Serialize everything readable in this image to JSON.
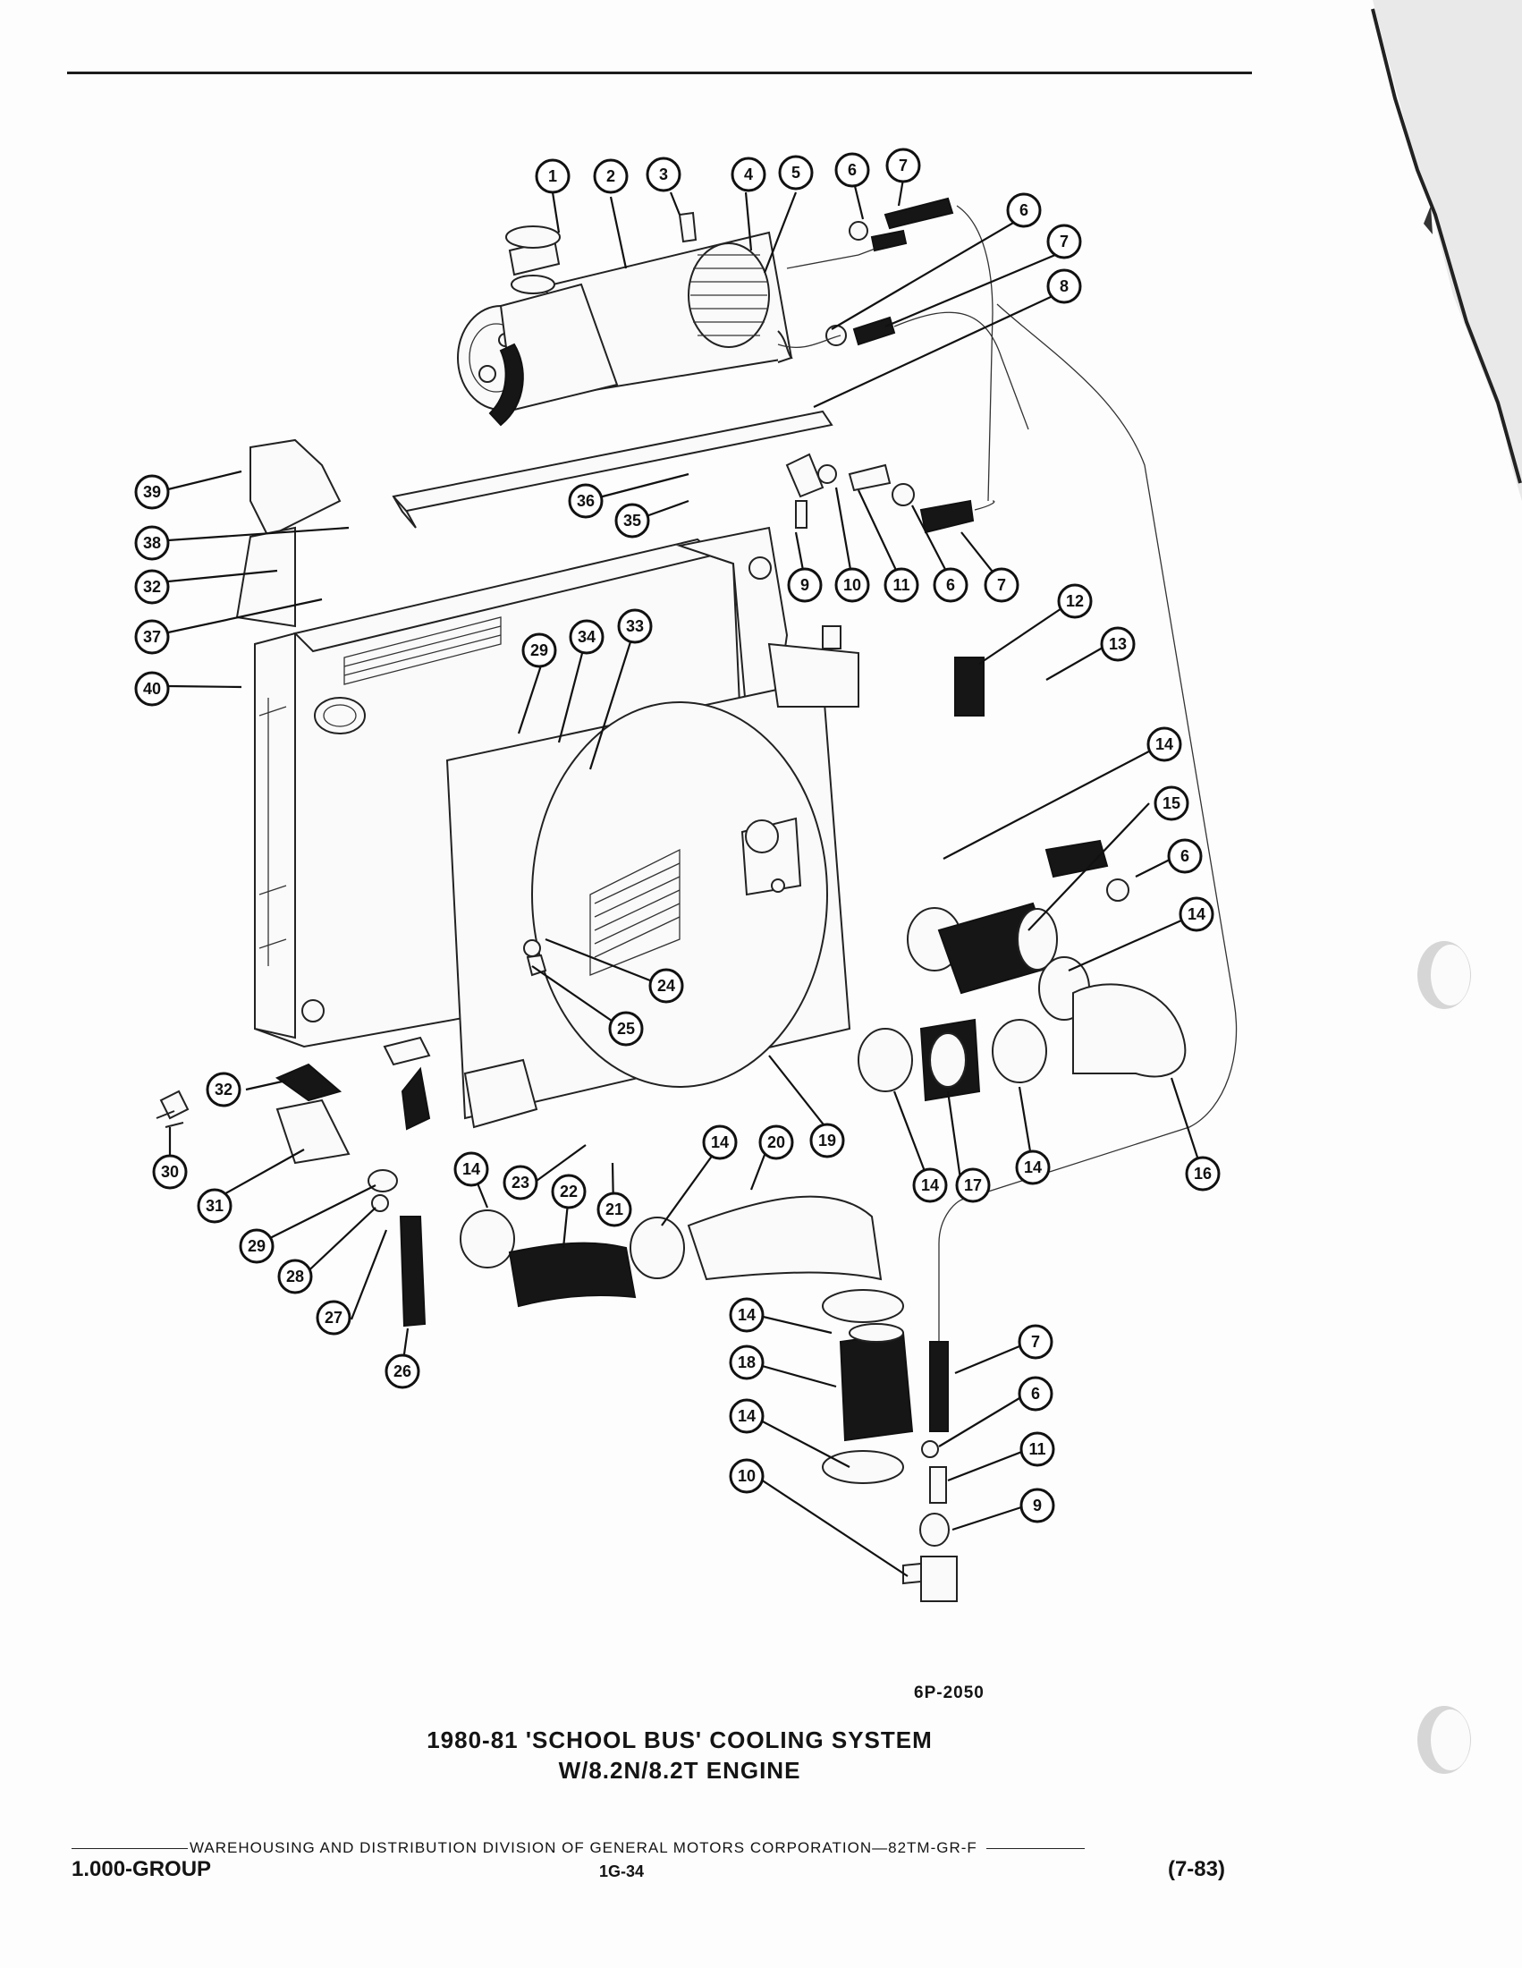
{
  "figure_code": "6P-2050",
  "caption": {
    "line1": "1980-81 'SCHOOL BUS' COOLING SYSTEM",
    "line2": "W/8.2N/8.2T ENGINE"
  },
  "footer": {
    "division": "WAREHOUSING AND DISTRIBUTION  DIVISION OF GENERAL MOTORS CORPORATION—82TM-GR-F",
    "group": "1.000-GROUP",
    "page": "1G-34",
    "date": "(7-83)"
  },
  "callouts": [
    "1",
    "2",
    "3",
    "4",
    "5",
    "6",
    "7",
    "6",
    "7",
    "8",
    "39",
    "36",
    "35",
    "38",
    "32",
    "37",
    "9",
    "10",
    "11",
    "6",
    "7",
    "12",
    "13",
    "40",
    "29",
    "34",
    "33",
    "14",
    "15",
    "6",
    "14",
    "24",
    "25",
    "32",
    "30",
    "31",
    "29",
    "28",
    "27",
    "26",
    "19",
    "16",
    "14",
    "17",
    "14",
    "14",
    "23",
    "22",
    "21",
    "14",
    "20",
    "19",
    "14",
    "18",
    "14",
    "10",
    "7",
    "6",
    "11",
    "9"
  ]
}
